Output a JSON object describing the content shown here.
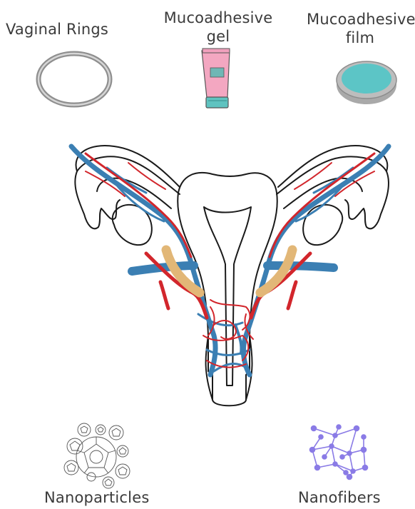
{
  "labels": {
    "vaginal_rings": "Vaginal Rings",
    "gel_line1": "Mucoadhesive",
    "gel_line2": "gel",
    "film_line1": "Mucoadhesive",
    "film_line2": "film",
    "nanoparticles": "Nanoparticles",
    "nanofibers": "Nanofibers"
  },
  "colors": {
    "artery": "#d2262c",
    "vein": "#3b7fb3",
    "ring": "#9a9a9a",
    "gel_tube": "#f3a7c1",
    "gel_cap": "#5fc3c0",
    "film_fill": "#5cc5c6",
    "film_edge": "#9a9a9a",
    "implant": "#e2b777",
    "nanofiber": "#8a7be6"
  }
}
